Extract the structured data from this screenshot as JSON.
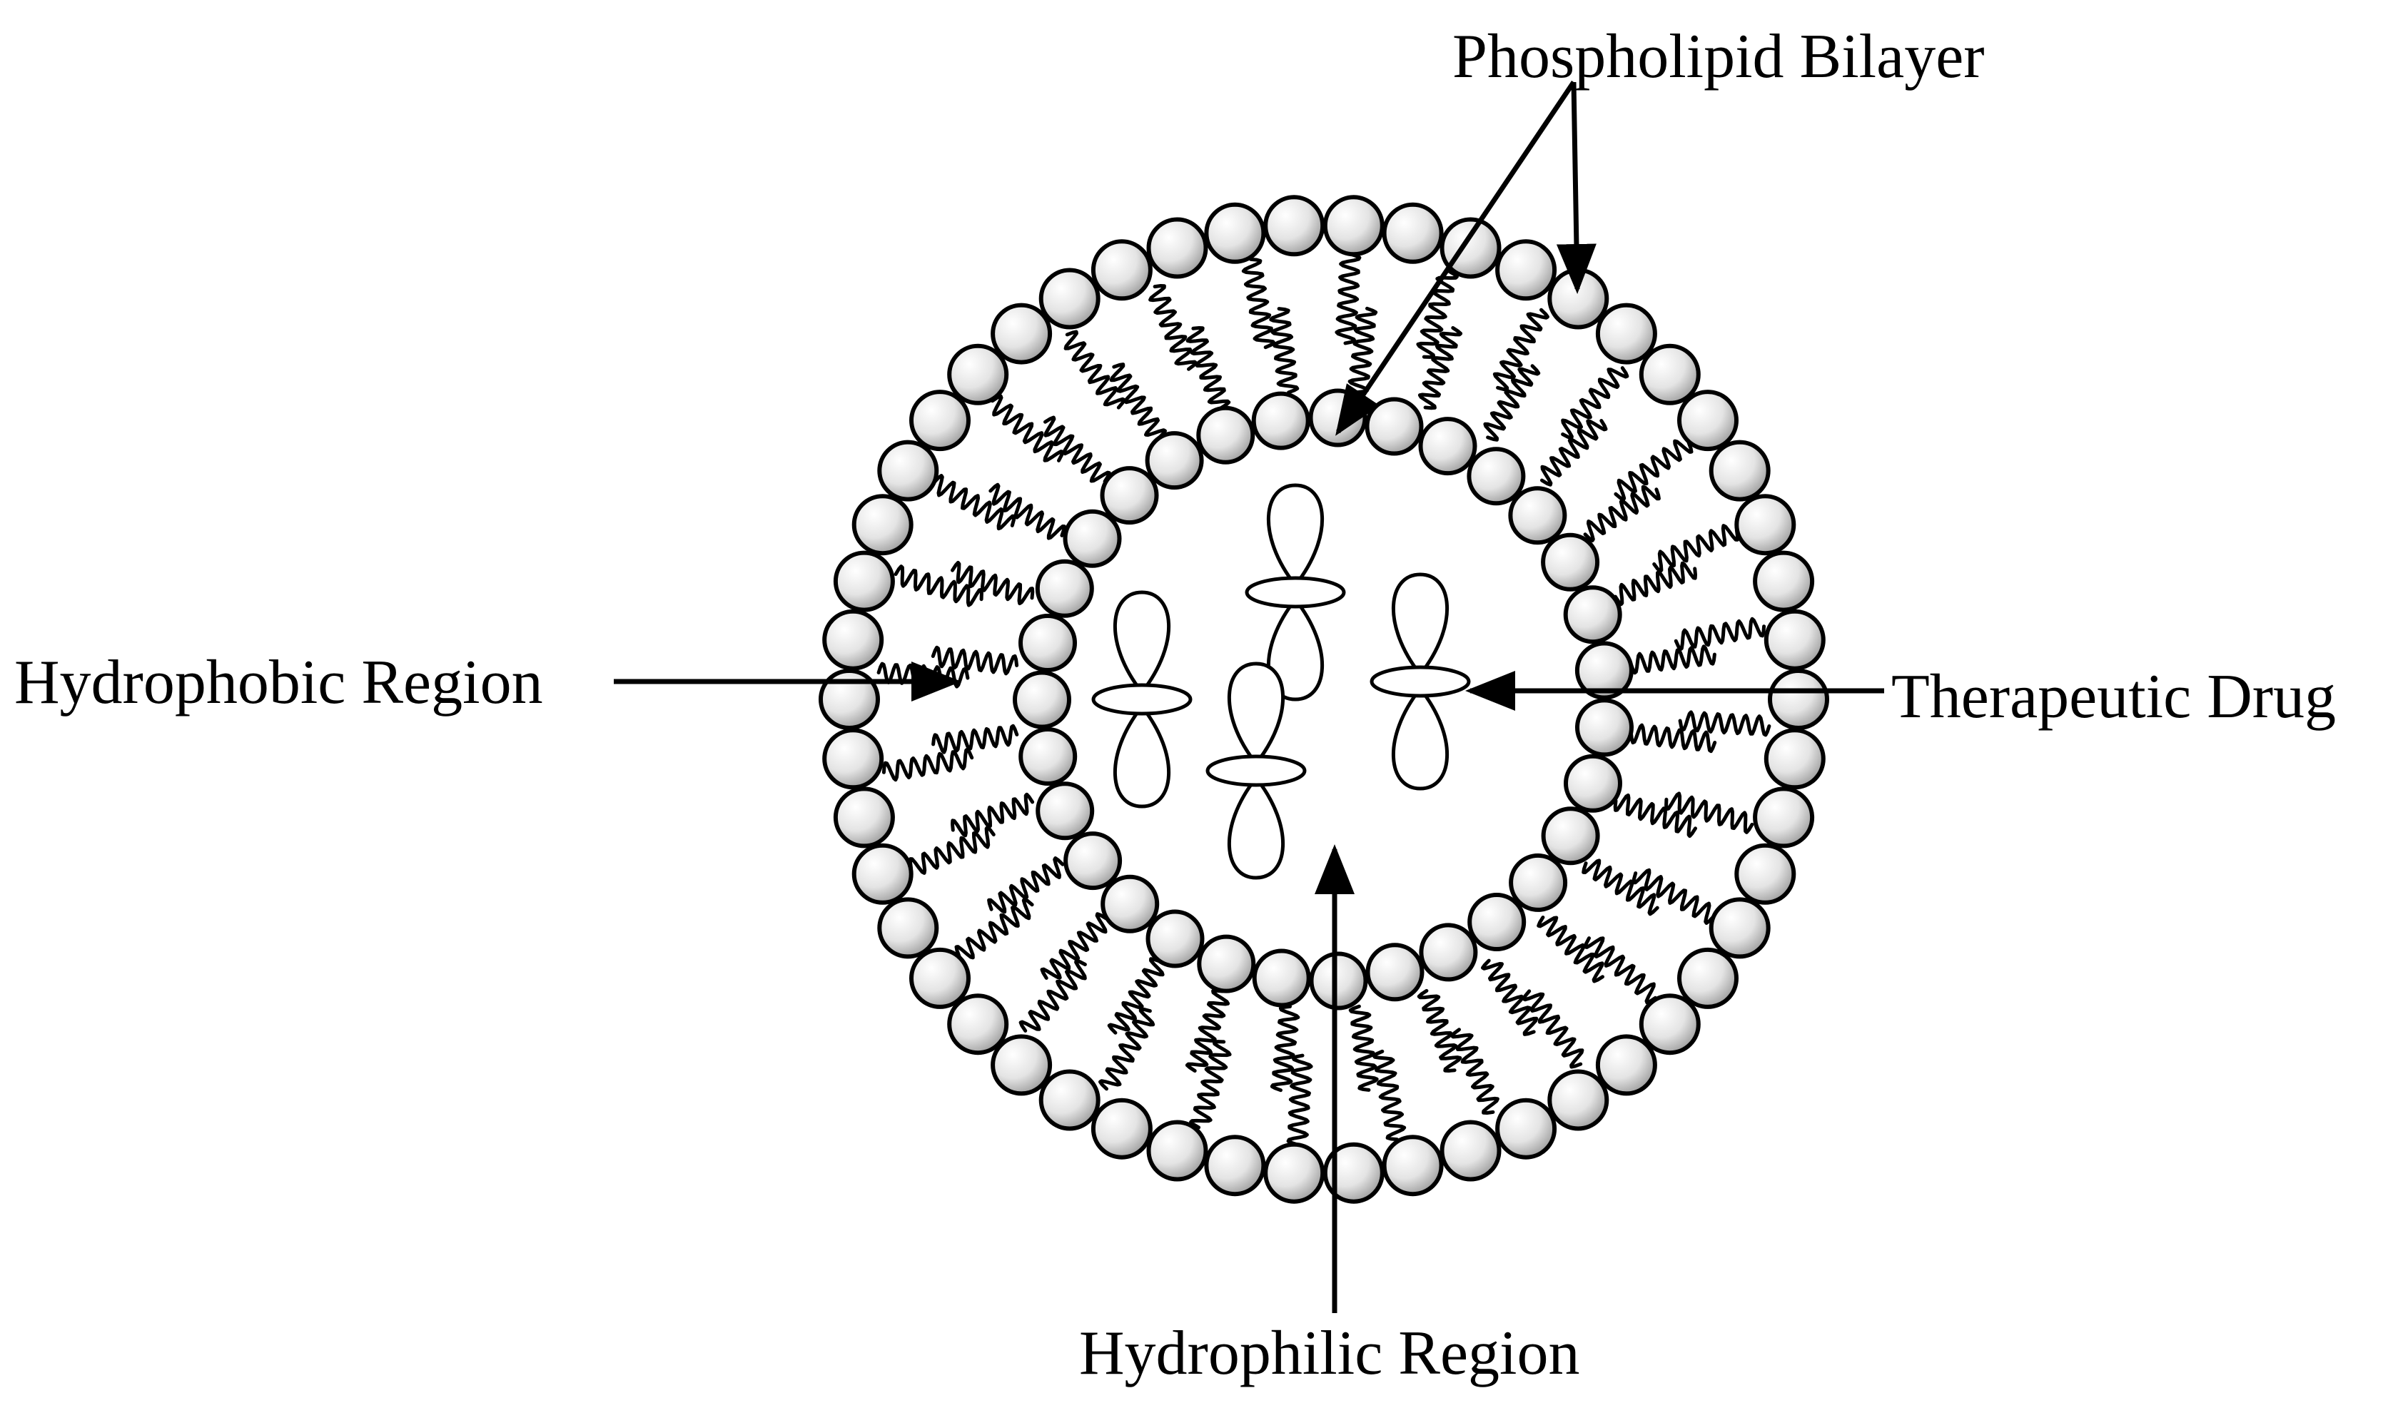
{
  "diagram": {
    "title": "",
    "labels": {
      "phospholipid_bilayer": "Phospholipid Bilayer",
      "hydrophobic_region": "Hydrophobic Region",
      "therapeutic_drug": "Therapeutic Drug",
      "hydrophilic_region": "Hydrophilic Region"
    },
    "liposome": {
      "outer_heads": 50,
      "inner_heads": 31,
      "drug_molecules": 4
    },
    "colors": {
      "line": "#000000",
      "head_light": "#ffffff",
      "head_dark": "#9a9a9a",
      "background": "#ffffff"
    }
  }
}
